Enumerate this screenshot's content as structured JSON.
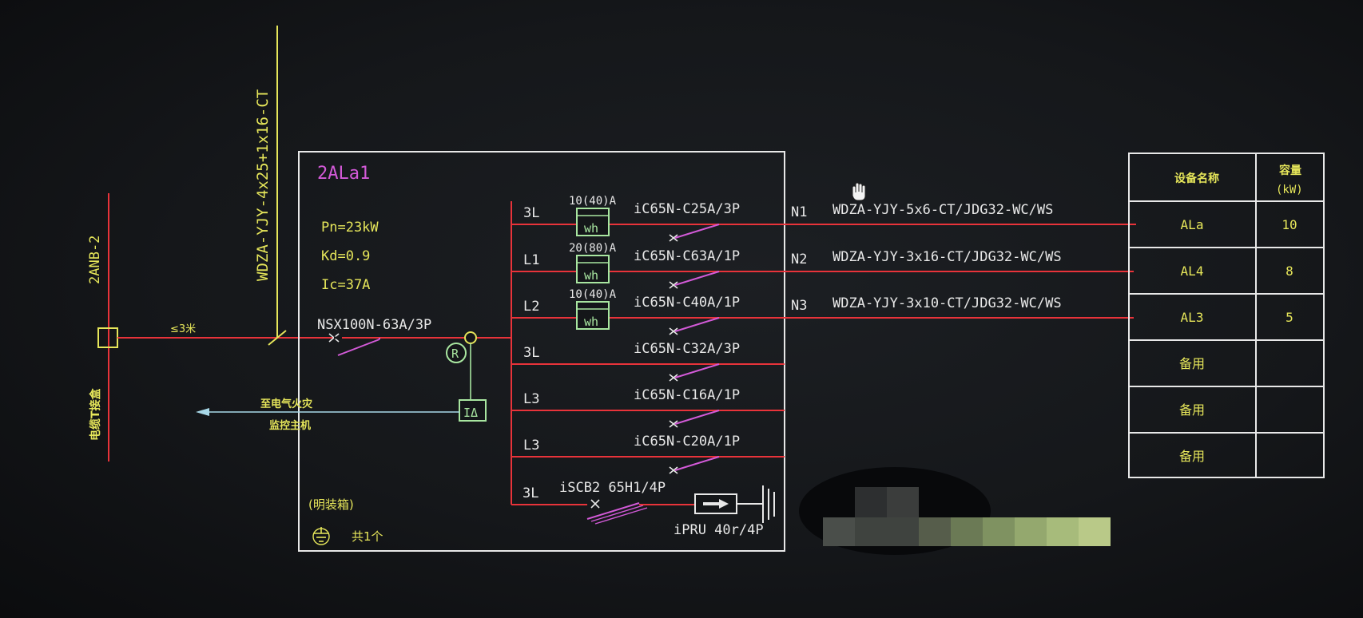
{
  "colors": {
    "red": "#e8333a",
    "white": "#e8e8e8",
    "yellow": "#e6e65a",
    "green": "#a8e6a0",
    "magenta": "#d35ad8",
    "background": "#141619"
  },
  "feeder": {
    "cable_spec": "WDZA-YJY-4x25+1x16-CT",
    "source_label": "2ANB-2",
    "tee_box_label": "电缆T接盒",
    "distance_label": "≤3米"
  },
  "panel": {
    "name": "2ALa1",
    "pn": "Pn=23kW",
    "kd": "Kd=0.9",
    "ic": "Ic=37A",
    "main_breaker": "NSX100N-63A/3P",
    "rcd_symbol": "R",
    "monitor_symbol": "IΔ",
    "fire_monitor_line1": "至电气火灾",
    "fire_monitor_line2": "监控主机",
    "enclosure_note": "(明装箱)",
    "quantity_note": "共1个",
    "spd_breaker": "iSCB2 65H1/4P",
    "spd_model": "iPRU 40r/4P"
  },
  "circuits": [
    {
      "phase": "3L",
      "meter": "10(40)A",
      "meter_symbol": "wh",
      "breaker": "iC65N-C25A/3P",
      "circuit_id": "N1",
      "cable": "WDZA-YJY-5x6-CT/JDG32-WC/WS"
    },
    {
      "phase": "L1",
      "meter": "20(80)A",
      "meter_symbol": "wh",
      "breaker": "iC65N-C63A/1P",
      "circuit_id": "N2",
      "cable": "WDZA-YJY-3x16-CT/JDG32-WC/WS"
    },
    {
      "phase": "L2",
      "meter": "10(40)A",
      "meter_symbol": "wh",
      "breaker": "iC65N-C40A/1P",
      "circuit_id": "N3",
      "cable": "WDZA-YJY-3x10-CT/JDG32-WC/WS"
    },
    {
      "phase": "3L",
      "meter": "",
      "meter_symbol": "",
      "breaker": "iC65N-C32A/3P",
      "circuit_id": "",
      "cable": ""
    },
    {
      "phase": "L3",
      "meter": "",
      "meter_symbol": "",
      "breaker": "iC65N-C16A/1P",
      "circuit_id": "",
      "cable": ""
    },
    {
      "phase": "L3",
      "meter": "",
      "meter_symbol": "",
      "breaker": "iC65N-C20A/1P",
      "circuit_id": "",
      "cable": ""
    }
  ],
  "spd_phase": "3L",
  "load_table": {
    "header_name": "设备名称",
    "header_capacity_line1": "容量",
    "header_capacity_line2": "(kW)",
    "rows": [
      {
        "name": "ALa",
        "capacity": "10"
      },
      {
        "name": "AL4",
        "capacity": "8"
      },
      {
        "name": "AL3",
        "capacity": "5"
      },
      {
        "name": "备用",
        "capacity": ""
      },
      {
        "name": "备用",
        "capacity": ""
      },
      {
        "name": "备用",
        "capacity": ""
      }
    ]
  }
}
